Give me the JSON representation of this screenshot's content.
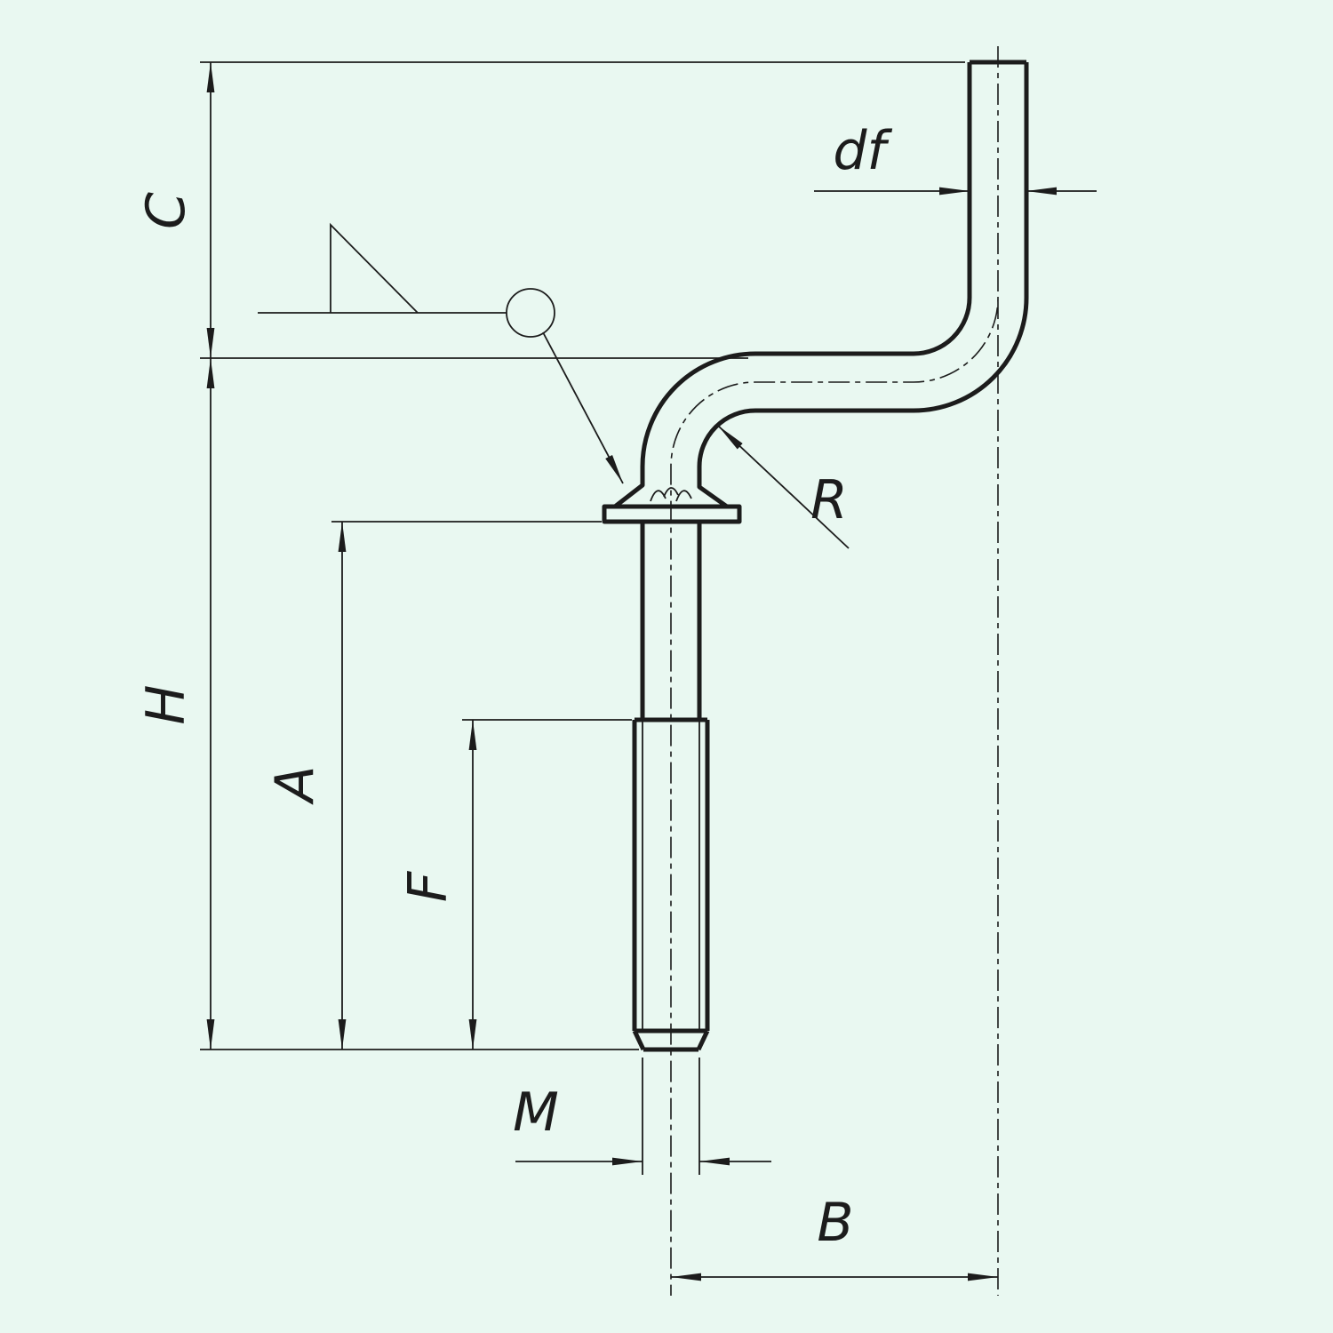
{
  "drawing": {
    "kind": "technical-drawing",
    "part": "z-bent-anchor-bolt-with-threaded-end",
    "colors": {
      "background": "#e9f8f1",
      "line": "#1c1c1c"
    },
    "labels": {
      "c": "C",
      "h": "H",
      "a": "A",
      "f": "F",
      "m": "M",
      "b": "B",
      "df": "df",
      "r": "R"
    }
  }
}
